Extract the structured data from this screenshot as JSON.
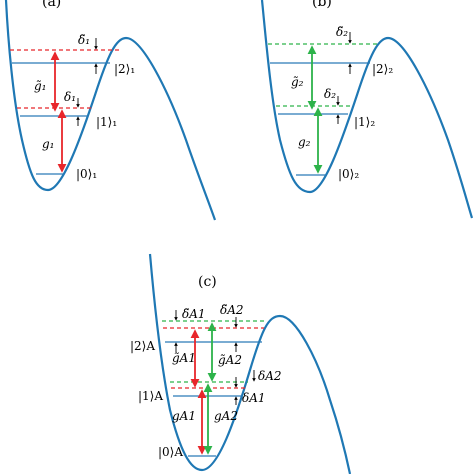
{
  "colors": {
    "well": "#1f78b4",
    "level": "#2a7ab8",
    "red": "#e8262b",
    "green": "#2db34a"
  },
  "panels": {
    "a": {
      "title": "(a)",
      "delta_top": "δ̃₁",
      "g_tilde": "g̃₁",
      "delta_mid": "δ₁",
      "g": "g₁",
      "ket2": "|2⟩₁",
      "ket1": "|1⟩₁",
      "ket0": "|0⟩₁"
    },
    "b": {
      "title": "(b)",
      "delta_top": "δ̃₂",
      "g_tilde": "g̃₂",
      "delta_mid": "δ₂",
      "g": "g₂",
      "ket2": "|2⟩₂",
      "ket1": "|1⟩₂",
      "ket0": "|0⟩₂"
    },
    "c": {
      "title": "(c)",
      "delta_A1_top": "δ̃A1",
      "delta_A2_top": "δ̃A2",
      "g_A1_tilde": "g̃A1",
      "g_A2_tilde": "g̃A2",
      "delta_A2": "δA2",
      "delta_A1": "δA1",
      "g_A1": "gA1",
      "g_A2": "gA2",
      "ket2": "|2⟩A",
      "ket1": "|1⟩A",
      "ket0": "|0⟩A"
    }
  }
}
